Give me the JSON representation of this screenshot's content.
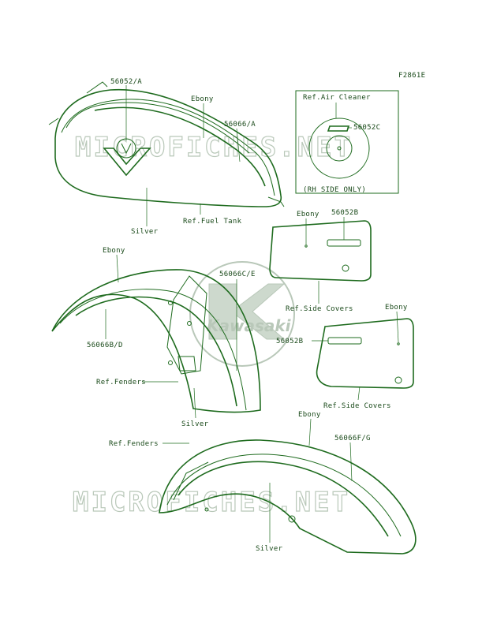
{
  "figure_code": "F2861E",
  "watermark": {
    "text": "MICROFICHES.NET",
    "brand": "Kawasaki"
  },
  "colors": {
    "ink": "#1e6b1e",
    "watermark": "#b9c8b9",
    "background": "#ffffff"
  },
  "labels": {
    "fuel_tank_part": "56052/A",
    "fuel_tank_ebony": "Ebony",
    "fuel_tank_stripe": "56066/A",
    "fuel_tank_silver": "Silver",
    "fuel_tank_ref": "Ref.Fuel Tank",
    "air_cleaner_ref": "Ref.Air Cleaner",
    "air_cleaner_part": "56052C",
    "air_cleaner_note": "(RH SIDE ONLY)",
    "side_cover_top_ebony": "Ebony",
    "side_cover_top_part": "56052B",
    "side_cover_top_ref": "Ref.Side Covers",
    "side_cover_bottom_ebony": "Ebony",
    "side_cover_bottom_part": "56052B",
    "side_cover_bottom_ref": "Ref.Side Covers",
    "front_fender_ebony": "Ebony",
    "front_fender_stripe": "56066C/E",
    "front_fender_stripe_b": "56066B/D",
    "front_fender_ref": "Ref.Fenders",
    "front_fender_silver": "Silver",
    "rear_fender_ebony": "Ebony",
    "rear_fender_stripe": "56066F/G",
    "rear_fender_ref": "Ref.Fenders",
    "rear_fender_silver": "Silver"
  }
}
